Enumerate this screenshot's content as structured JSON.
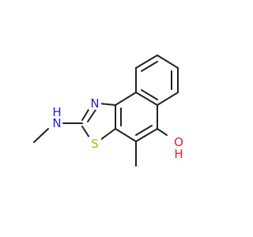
{
  "molecule": {
    "atoms": {
      "n_ring": {
        "text": "N",
        "color": "#1f1fe0"
      },
      "n_amine": {
        "text": "N",
        "color": "#1f1fe0"
      },
      "h_amine": {
        "text": "H",
        "color": "#1f1fe0"
      },
      "sulfur": {
        "text": "S",
        "color": "#b8b800"
      },
      "oxygen": {
        "text": "O",
        "color": "#e01f1f"
      },
      "h_hydroxyl": {
        "text": "H",
        "color": "#e01f1f"
      }
    },
    "bond_color": "#222222",
    "background": "#ffffff"
  }
}
